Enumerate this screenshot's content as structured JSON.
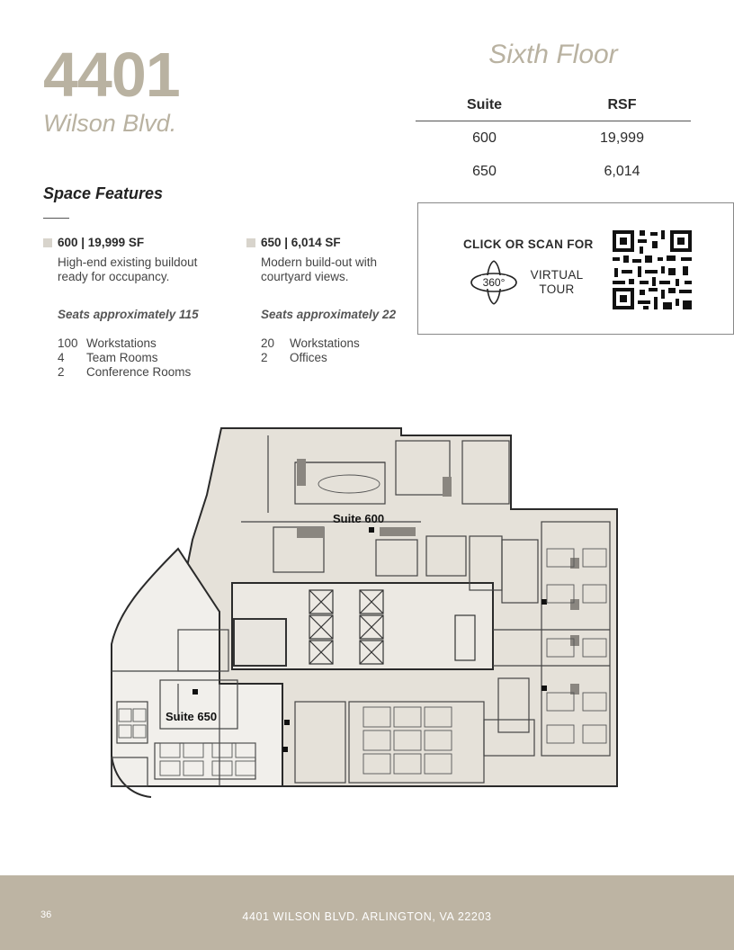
{
  "header": {
    "building_number": "4401",
    "street": "Wilson Blvd.",
    "floor_title": "Sixth Floor"
  },
  "suite_table": {
    "columns": [
      "Suite",
      "RSF"
    ],
    "rows": [
      [
        "600",
        "19,999"
      ],
      [
        "650",
        "6,014"
      ]
    ]
  },
  "features": {
    "title": "Space Features",
    "suites": [
      {
        "heading": "600 | 19,999 SF",
        "description": "High-end existing buildout ready for occupancy.",
        "seats": "Seats approximately 115",
        "items": [
          {
            "qty": "100",
            "label": "Workstations"
          },
          {
            "qty": "4",
            "label": "Team Rooms"
          },
          {
            "qty": "2",
            "label": "Conference Rooms"
          }
        ]
      },
      {
        "heading": "650 | 6,014 SF",
        "description": "Modern build-out with courtyard views.",
        "seats": "Seats approximately 22",
        "items": [
          {
            "qty": "20",
            "label": "Workstations"
          },
          {
            "qty": "2",
            "label": "Offices"
          }
        ]
      }
    ]
  },
  "tour": {
    "title": "CLICK OR SCAN FOR",
    "badge": "360°",
    "line1": "VIRTUAL",
    "line2": "TOUR",
    "icon": "360-rotate-icon",
    "qr_icon": "qr-code-icon"
  },
  "floorplan": {
    "suite_600_label": "Suite 600",
    "suite_650_label": "Suite 650"
  },
  "footer": {
    "page_number": "36",
    "address": "4401 WILSON BLVD. ARLINGTON, VA 22203"
  },
  "colors": {
    "accent": "#b9b2a1",
    "footer_bg": "#bdb4a3",
    "suite_600_fill": "#e5e1d9",
    "suite_650_fill": "#f1efeb"
  }
}
